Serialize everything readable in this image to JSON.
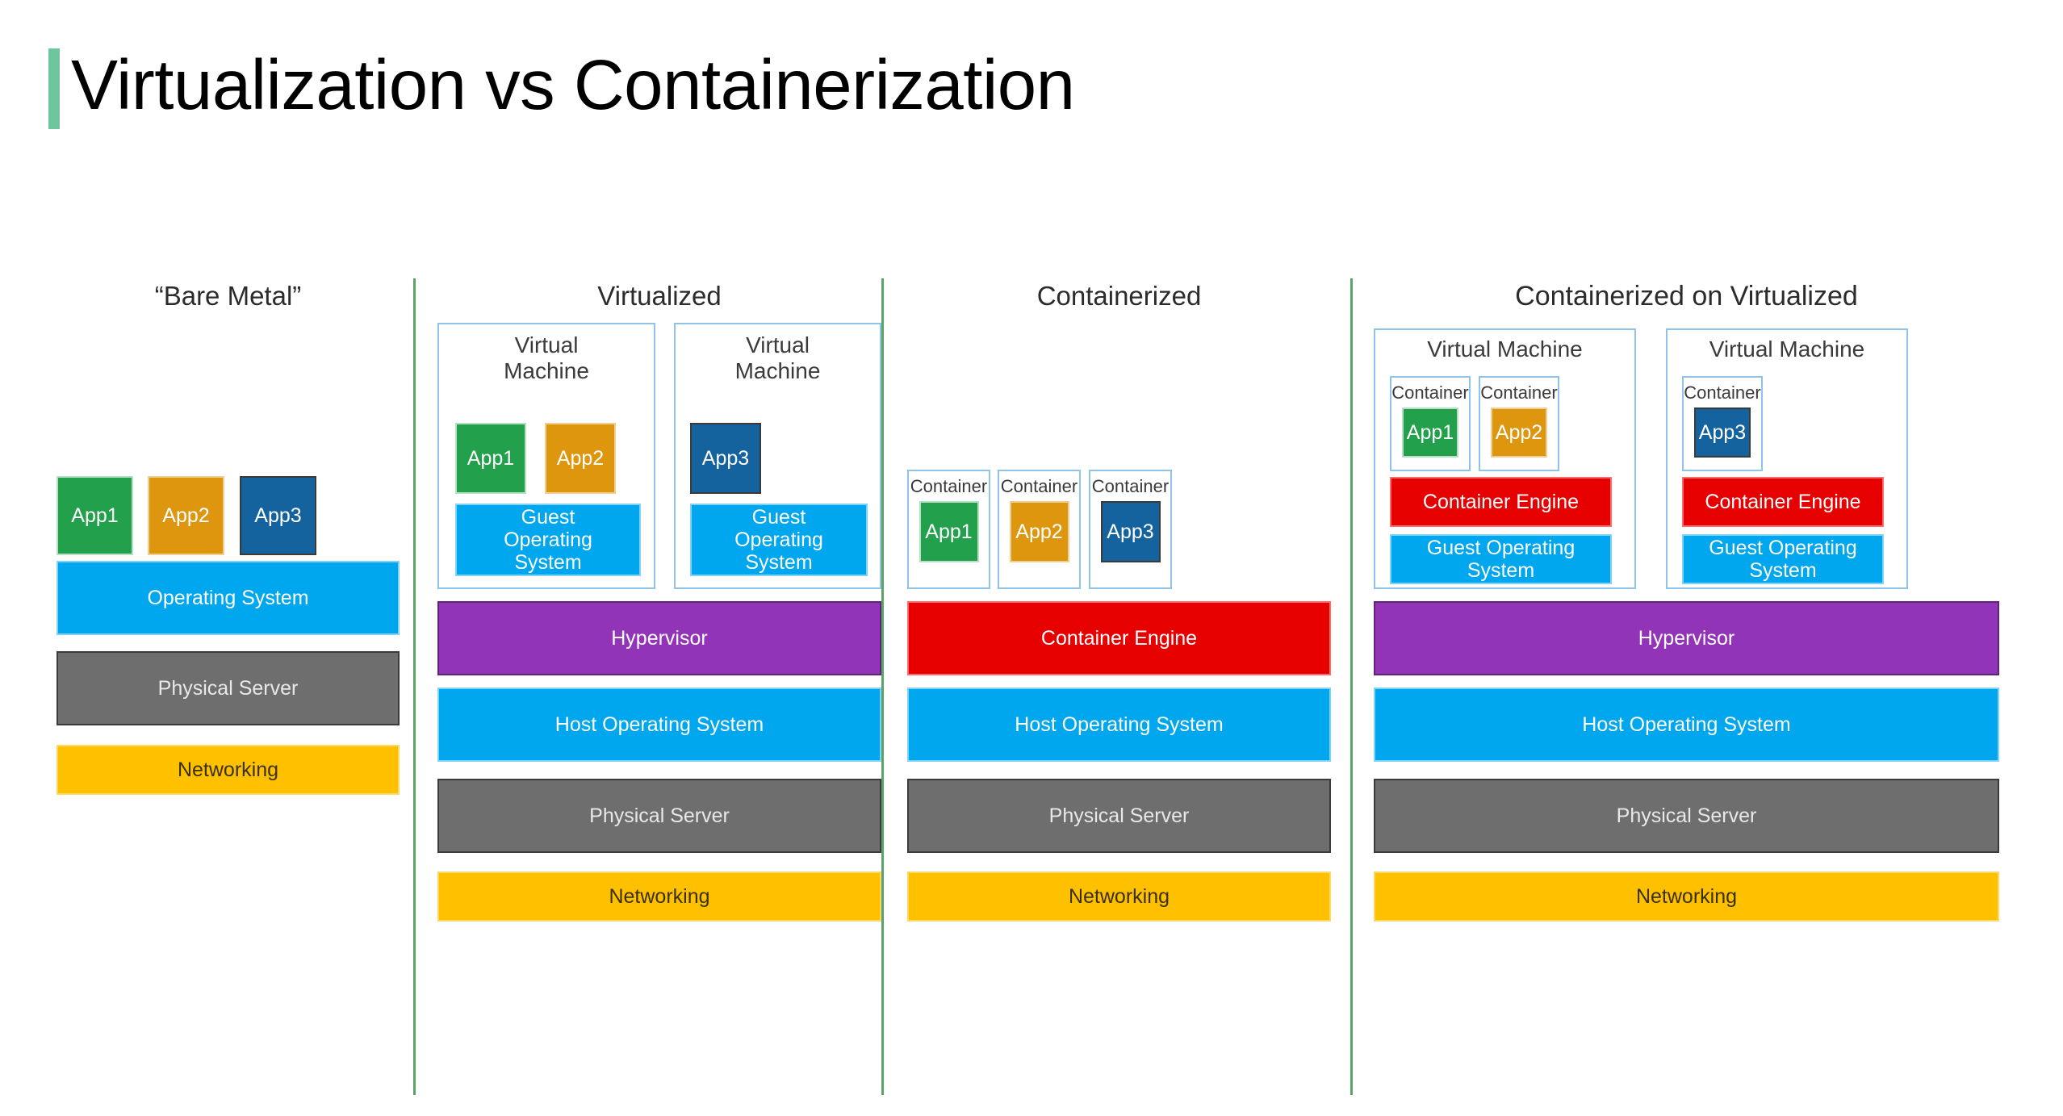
{
  "page": {
    "title": "Virtualization vs Containerization",
    "accent_color": "#6ec79c",
    "background_color": "#ffffff"
  },
  "palette": {
    "app1": "#22a04b",
    "app2": "#de960f",
    "app3": "#14639e",
    "operating_system": "#00a7ef",
    "physical_server": "#6e6e6e",
    "networking": "#ffc000",
    "hypervisor": "#9234b8",
    "container_engine": "#e60000",
    "vm_border": "#8fc3e8",
    "divider": "#5aa469"
  },
  "diagram": {
    "type": "comparison-stack-diagram",
    "columns": [
      {
        "id": "bare-metal",
        "header": "“Bare Metal”",
        "apps": [
          {
            "label": "App1",
            "color": "#22a04b"
          },
          {
            "label": "App2",
            "color": "#de960f"
          },
          {
            "label": "App3",
            "color": "#14639e"
          }
        ],
        "layers": [
          {
            "label": "Operating System",
            "color": "#00a7ef"
          },
          {
            "label": "Physical Server",
            "color": "#6e6e6e"
          },
          {
            "label": "Networking",
            "color": "#ffc000"
          }
        ]
      },
      {
        "id": "virtualized",
        "header": "Virtualized",
        "vms": [
          {
            "title": "Virtual\nMachine",
            "apps": [
              {
                "label": "App1",
                "color": "#22a04b"
              },
              {
                "label": "App2",
                "color": "#de960f"
              }
            ],
            "guest_os": "Guest\nOperating\nSystem"
          },
          {
            "title": "Virtual\nMachine",
            "apps": [
              {
                "label": "App3",
                "color": "#14639e"
              }
            ],
            "guest_os": "Guest\nOperating\nSystem"
          }
        ],
        "layers": [
          {
            "label": "Hypervisor",
            "color": "#9234b8"
          },
          {
            "label": "Host Operating System",
            "color": "#00a7ef"
          },
          {
            "label": "Physical Server",
            "color": "#6e6e6e"
          },
          {
            "label": "Networking",
            "color": "#ffc000"
          }
        ]
      },
      {
        "id": "containerized",
        "header": "Containerized",
        "containers": [
          {
            "title": "Container",
            "app": {
              "label": "App1",
              "color": "#22a04b"
            }
          },
          {
            "title": "Container",
            "app": {
              "label": "App2",
              "color": "#de960f"
            }
          },
          {
            "title": "Container",
            "app": {
              "label": "App3",
              "color": "#14639e"
            }
          }
        ],
        "layers": [
          {
            "label": "Container Engine",
            "color": "#e60000"
          },
          {
            "label": "Host Operating System",
            "color": "#00a7ef"
          },
          {
            "label": "Physical Server",
            "color": "#6e6e6e"
          },
          {
            "label": "Networking",
            "color": "#ffc000"
          }
        ]
      },
      {
        "id": "containerized-on-virtualized",
        "header": "Containerized on Virtualized",
        "vms": [
          {
            "title": "Virtual Machine",
            "containers": [
              {
                "title": "Container",
                "app": {
                  "label": "App1",
                  "color": "#22a04b"
                }
              },
              {
                "title": "Container",
                "app": {
                  "label": "App2",
                  "color": "#de960f"
                }
              }
            ],
            "container_engine": "Container Engine",
            "guest_os": "Guest Operating\nSystem"
          },
          {
            "title": "Virtual Machine",
            "containers": [
              {
                "title": "Container",
                "app": {
                  "label": "App3",
                  "color": "#14639e"
                }
              }
            ],
            "container_engine": "Container Engine",
            "guest_os": "Guest Operating\nSystem"
          }
        ],
        "layers": [
          {
            "label": "Hypervisor",
            "color": "#9234b8"
          },
          {
            "label": "Host Operating System",
            "color": "#00a7ef"
          },
          {
            "label": "Physical Server",
            "color": "#6e6e6e"
          },
          {
            "label": "Networking",
            "color": "#ffc000"
          }
        ]
      }
    ]
  }
}
